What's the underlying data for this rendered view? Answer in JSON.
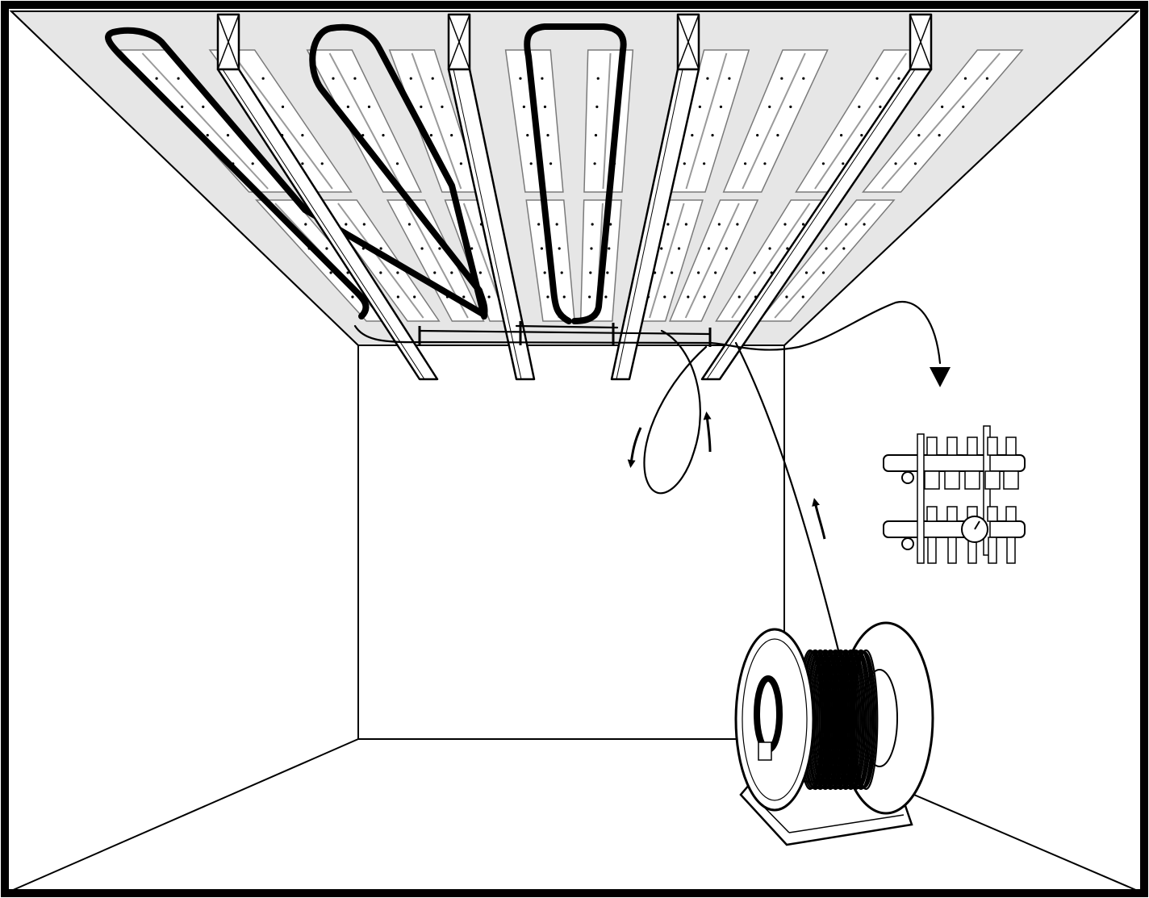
{
  "diagram": {
    "kind": "illustration",
    "subject": "",
    "colors": {
      "line": "#000000",
      "ceiling_fill": "#e6e6e6",
      "plate_stroke": "#7a7a7a",
      "background": "#ffffff"
    },
    "counts": {
      "joists": 4,
      "pipe_loops": 3
    },
    "icons": [
      "ceiling-joist-icon",
      "heat-transfer-plate-icon",
      "pex-pipe-loop-icon",
      "flow-arrow-icon",
      "pipe-reel-icon",
      "manifold-icon",
      "pressure-gauge-icon"
    ]
  }
}
